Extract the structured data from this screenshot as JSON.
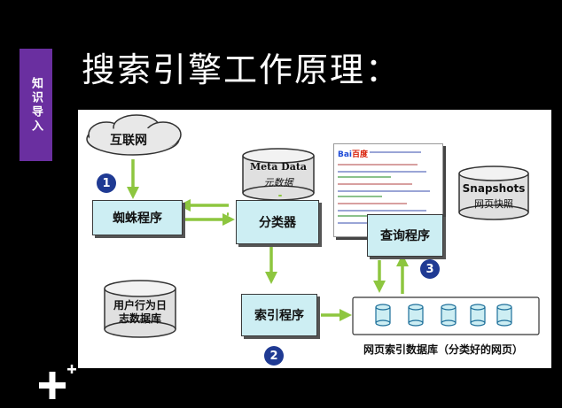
{
  "side_tag": "知识导入",
  "slide_title": "搜索引擎工作原理：",
  "diagram": {
    "internet_cloud": "互联网",
    "spider_box": "蜘蛛程序",
    "classifier_box": "分类器",
    "index_box": "索引程序",
    "query_box": "查询程序",
    "meta_data_en": "Meta Data",
    "meta_data_cn": "元数据",
    "snapshots_en": "Snapshots",
    "snapshots_cn": "网页快照",
    "user_log_db": "用户行为日志数据库",
    "webpage_db_label": "网页索引数据库（分类好的网页）",
    "step_1": "1",
    "step_2": "2",
    "step_3": "3",
    "baidu_logo_text": "Bai",
    "baidu_logo_cn": "百度",
    "arrow_color": "#8dc63f",
    "box_color": "#cdeef3"
  }
}
